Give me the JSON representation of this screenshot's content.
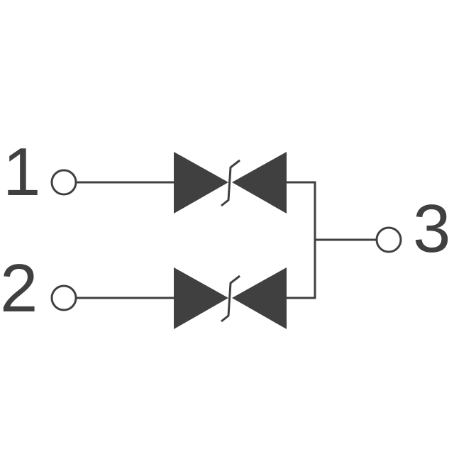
{
  "colors": {
    "ink": "#404041",
    "background": "#ffffff"
  },
  "pins": {
    "pin1": {
      "label": "1"
    },
    "pin2": {
      "label": "2"
    },
    "pin3": {
      "label": "3"
    }
  }
}
